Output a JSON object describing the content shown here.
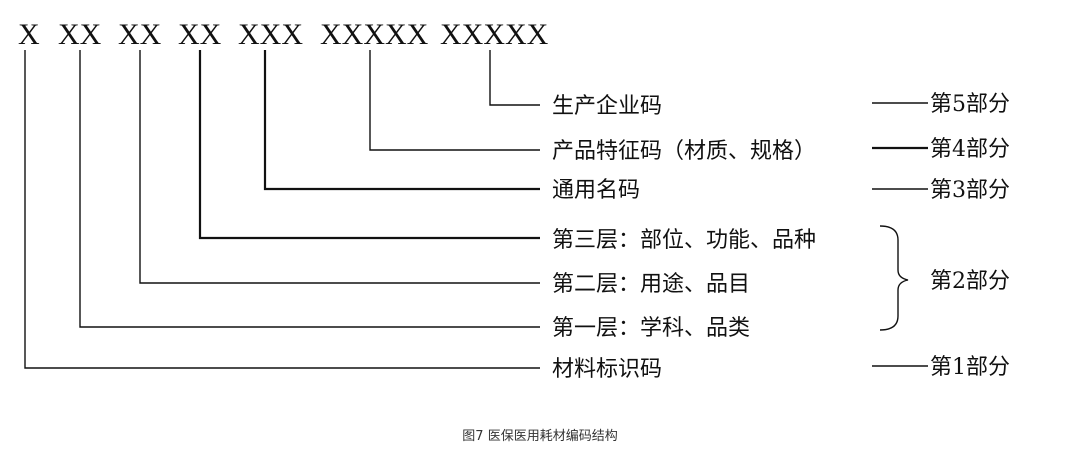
{
  "code_segments": [
    "X",
    "XX",
    "XX",
    "XX",
    "XXX",
    "XXXXX",
    "XXXXX"
  ],
  "labels": {
    "enterprise": "生产企业码",
    "feature": "产品特征码（材质、规格）",
    "generic": "通用名码",
    "level3": "第三层：部位、功能、品种",
    "level2": "第二层：用途、品目",
    "level1": "第一层：学科、品类",
    "material": "材料标识码"
  },
  "parts": {
    "p5": "第5部分",
    "p4": "第4部分",
    "p3": "第3部分",
    "p2": "第2部分",
    "p1": "第1部分"
  },
  "caption": "图7 医保医用耗材编码结构"
}
